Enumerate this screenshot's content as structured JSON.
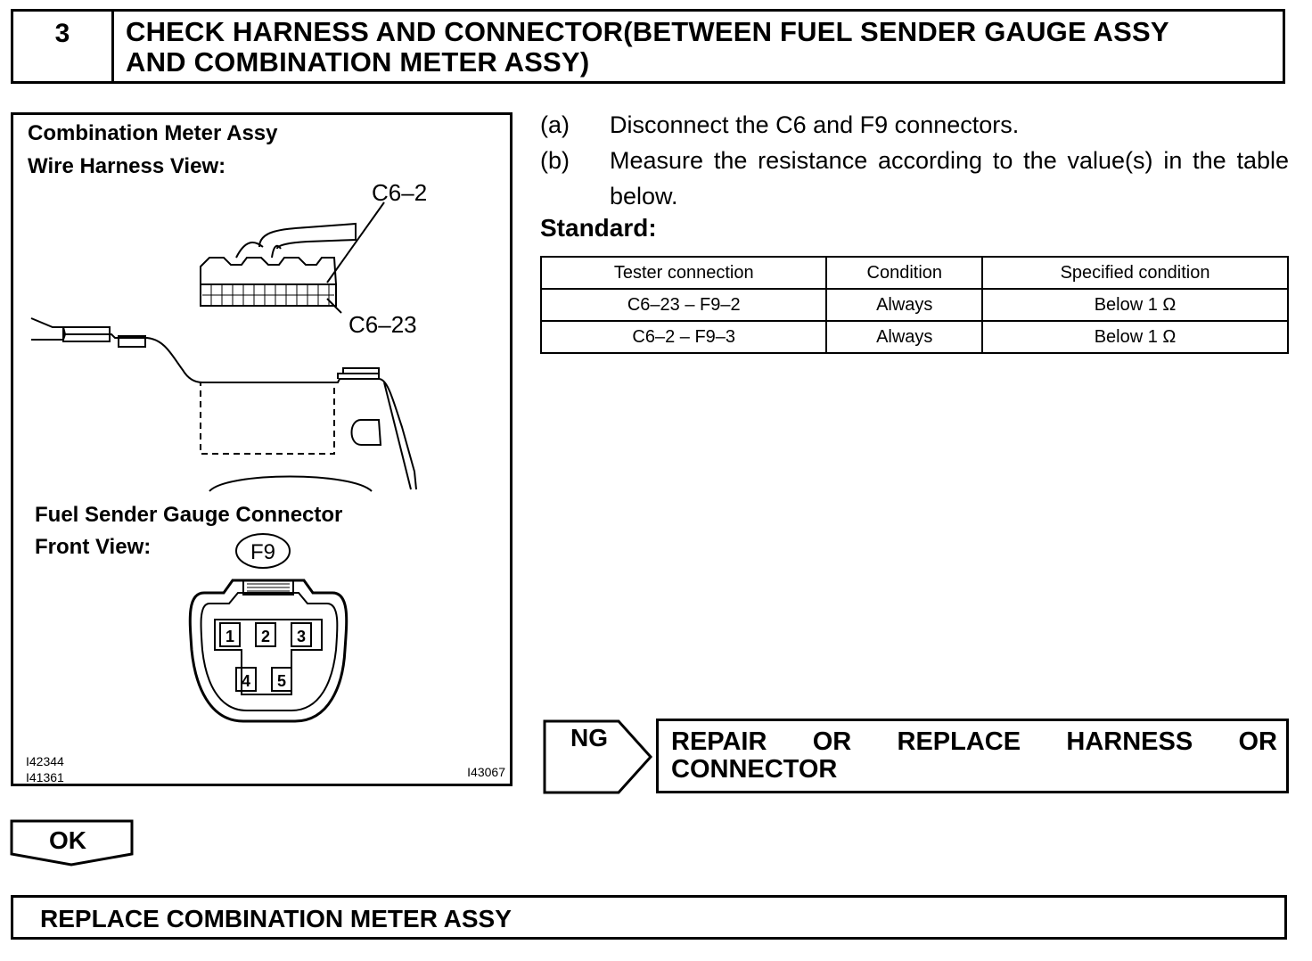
{
  "header": {
    "step_number": "3",
    "title_line1": "CHECK HARNESS AND CONNECTOR(BETWEEN FUEL SENDER GAUGE ASSY",
    "title_line2": "AND COMBINATION METER ASSY)"
  },
  "figure": {
    "meter_label_line1": "Combination  Meter Assy",
    "meter_label_line2": "Wire Harness View:",
    "pin_c6_2": "C6–2",
    "pin_c6_23": "C6–23",
    "sender_label_line1": "Fuel Sender Gauge Connector",
    "sender_label_line2": "Front View:",
    "connector_id": "F9",
    "pins": [
      "1",
      "2",
      "3",
      "4",
      "5"
    ],
    "ref_codes": [
      "I42344",
      "I41361",
      "I43067"
    ]
  },
  "steps": [
    {
      "letter": "(a)",
      "text": "Disconnect the C6 and F9 connectors."
    },
    {
      "letter": "(b)",
      "text": "Measure the resistance according to the value(s) in the table below."
    }
  ],
  "standard_label": "Standard:",
  "table": {
    "headers": [
      "Tester connection",
      "Condition",
      "Specified condition"
    ],
    "rows": [
      [
        "C6–23 – F9–2",
        "Always",
        "Below 1 Ω"
      ],
      [
        "C6–2 – F9–3",
        "Always",
        "Below 1 Ω"
      ]
    ]
  },
  "ng": {
    "label": "NG",
    "action_line1": "REPAIR   OR   REPLACE   HARNESS   OR",
    "action_line2": "CONNECTOR"
  },
  "ok": {
    "label": "OK",
    "action": "REPLACE COMBINATION METER ASSY"
  }
}
